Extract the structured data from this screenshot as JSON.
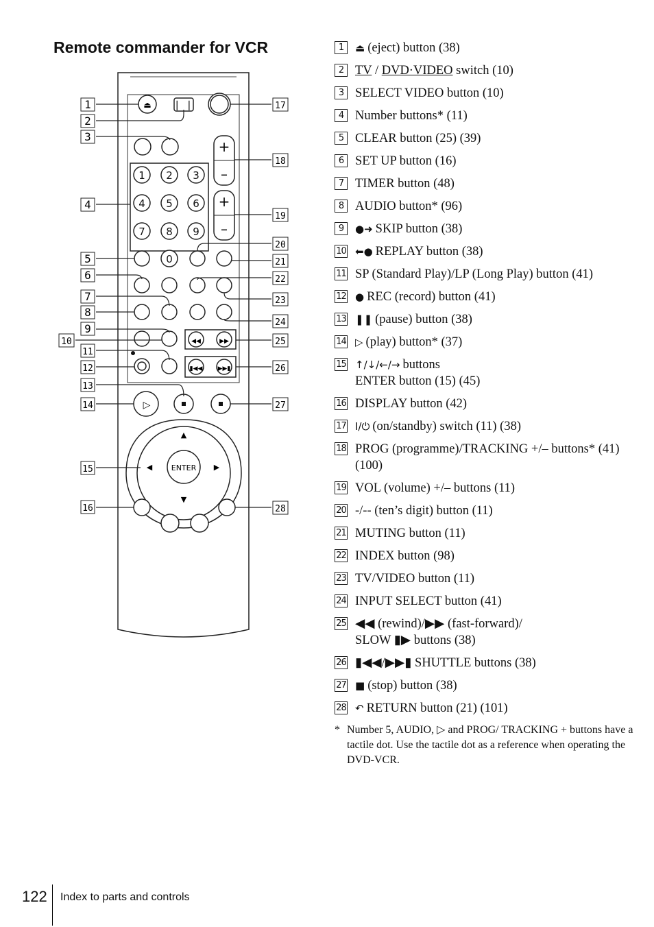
{
  "title": "Remote commander for VCR",
  "remote": {
    "num_keys": [
      "1",
      "2",
      "3",
      "4",
      "5",
      "6",
      "7",
      "8",
      "9",
      "0"
    ],
    "enter_label": "ENTER",
    "plus": "+",
    "minus": "–",
    "left_callouts": [
      "1",
      "2",
      "3",
      "4",
      "5",
      "6",
      "7",
      "8",
      "9",
      "10",
      "11",
      "12",
      "13",
      "14",
      "15",
      "16"
    ],
    "right_callouts": [
      "17",
      "18",
      "19",
      "20",
      "21",
      "22",
      "23",
      "24",
      "25",
      "26",
      "27",
      "28"
    ]
  },
  "items": [
    {
      "num": "1",
      "symbol": "eject-icon",
      "text": "(eject) button (38)"
    },
    {
      "num": "2",
      "parts": [
        "TV",
        " / ",
        "DVD·VIDEO",
        " switch (10)"
      ]
    },
    {
      "num": "3",
      "text": "SELECT VIDEO button (10)"
    },
    {
      "num": "4",
      "text": "Number buttons* (11)"
    },
    {
      "num": "5",
      "text": "CLEAR button (25) (39)"
    },
    {
      "num": "6",
      "text": "SET UP button (16)"
    },
    {
      "num": "7",
      "text": "TIMER button (48)"
    },
    {
      "num": "8",
      "text": "AUDIO button* (96)"
    },
    {
      "num": "9",
      "symbol": "skip-icon",
      "text": "SKIP button (38)"
    },
    {
      "num": "10",
      "symbol": "replay-icon",
      "text": "REPLAY button (38)"
    },
    {
      "num": "11",
      "text": "SP (Standard Play)/LP (Long Play) button (41)"
    },
    {
      "num": "12",
      "symbol": "rec-dot-icon",
      "text": "REC (record) button (41)"
    },
    {
      "num": "13",
      "symbol": "pause-icon",
      "text": "(pause) button (38)"
    },
    {
      "num": "14",
      "symbol": "play-icon",
      "text": "(play) button* (37)"
    },
    {
      "num": "15",
      "symbol": "arrows-icon",
      "text": "buttons",
      "text2": "ENTER button (15) (45)"
    },
    {
      "num": "16",
      "text": "DISPLAY button (42)"
    },
    {
      "num": "17",
      "symbol": "power-icon",
      "text": "(on/standby) switch (11) (38)"
    },
    {
      "num": "18",
      "text": "PROG (programme)/TRACKING +/– buttons* (41) (100)"
    },
    {
      "num": "19",
      "text": "VOL (volume) +/– buttons (11)"
    },
    {
      "num": "20",
      "text": "-/-- (ten’s digit) button (11)"
    },
    {
      "num": "21",
      "text": "MUTING button (11)"
    },
    {
      "num": "22",
      "text": "INDEX button (98)"
    },
    {
      "num": "23",
      "text": "TV/VIDEO button (11)"
    },
    {
      "num": "24",
      "text": "INPUT SELECT button (41)"
    },
    {
      "num": "25",
      "text": "◀◀ (rewind)/▶▶ (fast-forward)/",
      "text2": "SLOW ▮▶ buttons (38)"
    },
    {
      "num": "26",
      "text": "▮◀◀/▶▶▮ SHUTTLE buttons (38)"
    },
    {
      "num": "27",
      "symbol": "stop-icon",
      "text": "(stop) button (38)"
    },
    {
      "num": "28",
      "symbol": "return-icon",
      "text": "RETURN button (21) (101)"
    }
  ],
  "note": "Number 5, AUDIO, ▷ and PROG/ TRACKING + buttons have a tactile dot.  Use the tactile dot as a reference when operating the DVD-VCR.",
  "note_marker": "*",
  "footer": {
    "page": "122",
    "section": "Index to parts and controls"
  }
}
